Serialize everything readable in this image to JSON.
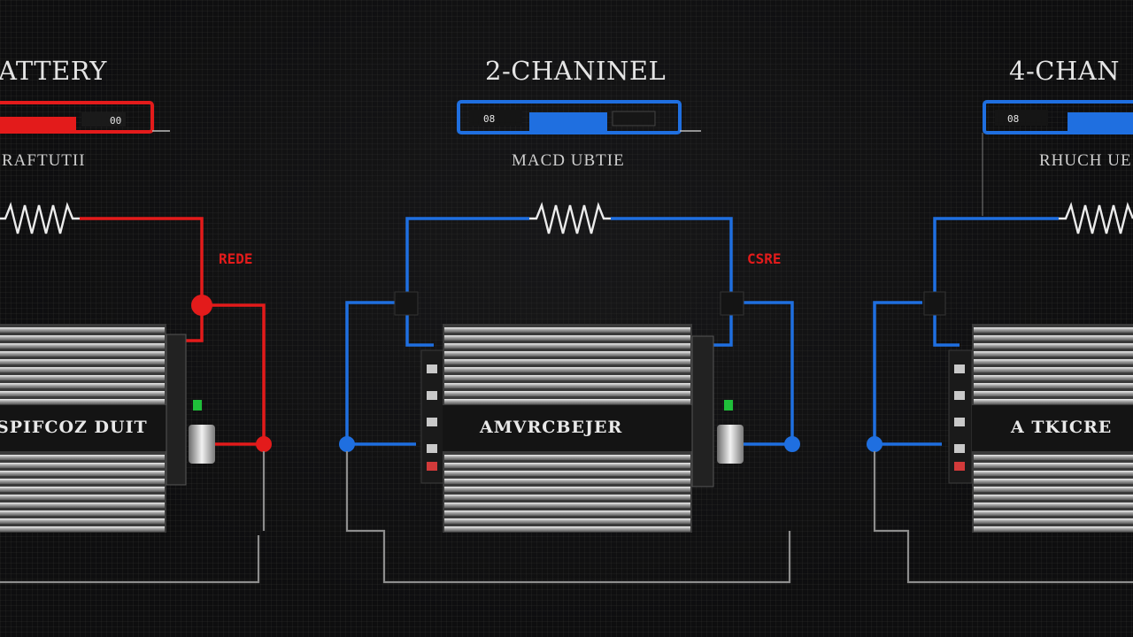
{
  "colors": {
    "background": "#0e0e0f",
    "red_wire": "#e31b1b",
    "blue_wire": "#1f6fe0",
    "ground_wire": "#9a9a9a",
    "heatsink": "#b8b8b8",
    "indicator_green": "#1fbf3a"
  },
  "icons": [
    "resistor-icon",
    "amplifier-heatsink",
    "terminal-node",
    "led-indicator"
  ],
  "panels": [
    {
      "id": "battery",
      "title": "ATTERY",
      "wire_color": "#e31b1b",
      "label_badge": "00",
      "caption": "RAFTUTII",
      "warning": "REDE",
      "amp_label": "SPIFCOZ DUIT"
    },
    {
      "id": "two-channel",
      "title": "2-CHANINEL",
      "wire_color": "#1f6fe0",
      "label_badge": "08",
      "caption": "MACD UBTIE",
      "warning": "CSRE",
      "amp_label": "AMVRCBEJER"
    },
    {
      "id": "four-channel",
      "title": "4-CHAN",
      "wire_color": "#1f6fe0",
      "label_badge": "08",
      "caption": "RHUCH UE",
      "warning": "",
      "amp_label": "A TKICRE"
    }
  ]
}
